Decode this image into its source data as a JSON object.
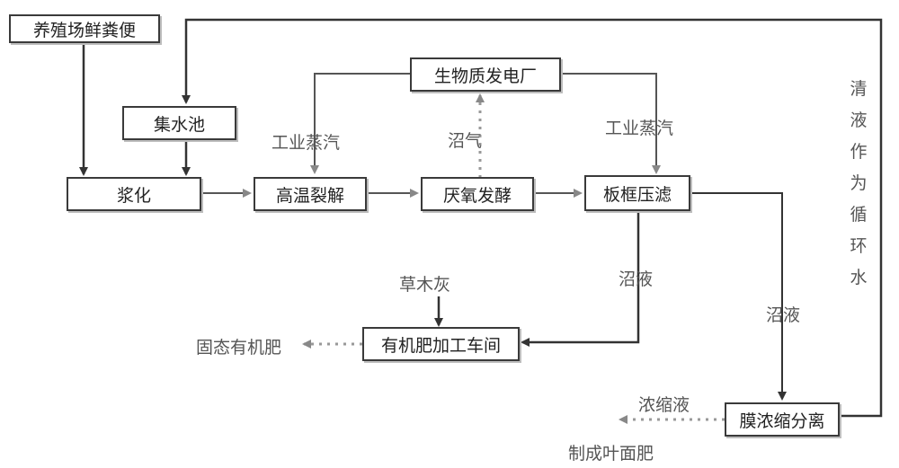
{
  "nodes": {
    "manure": "养殖场鲜粪便",
    "collection_pool": "集水池",
    "slurry": "浆化",
    "pyrolysis": "高温裂解",
    "anaerobic": "厌氧发酵",
    "plate_press": "板框压滤",
    "power_plant": "生物质发电厂",
    "fertilizer_workshop": "有机肥加工车间",
    "membrane": "膜浓缩分离"
  },
  "labels": {
    "steam_left": "工业蒸汽",
    "steam_right": "工业蒸汽",
    "biogas": "沼气",
    "biogas_slurry_1": "沼液",
    "biogas_slurry_2": "沼液",
    "ash": "草木灰",
    "solid_fertilizer": "固态有机肥",
    "concentrate": "浓缩液",
    "foliar_fertilizer": "制成叶面肥",
    "recycle_water": [
      "清",
      "液",
      "作",
      "为",
      "循",
      "环",
      "水"
    ]
  }
}
